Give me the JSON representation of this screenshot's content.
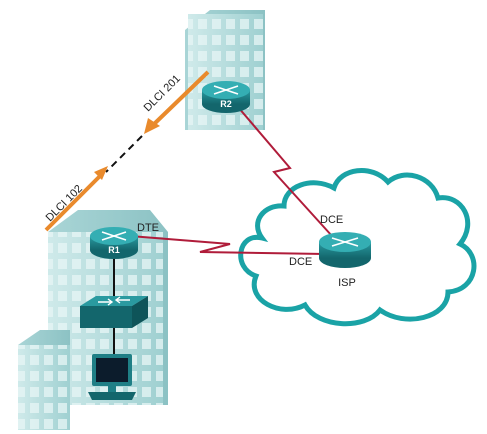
{
  "routers": {
    "r1": {
      "label": "R1"
    },
    "r2": {
      "label": "R2"
    },
    "isp": {
      "label": "ISP"
    }
  },
  "labels": {
    "dte": "DTE",
    "dce_upper": "DCE",
    "dce_lower": "DCE",
    "dlci_r2": "DLCI 201",
    "dlci_r1": "DLCI 102"
  },
  "colors": {
    "building": "#b7dede",
    "router": "#1f7f86",
    "serial_link": "#b01c3a",
    "cloud_outline": "#1aa3a6",
    "pvc_arrow": "#e98a2c"
  }
}
